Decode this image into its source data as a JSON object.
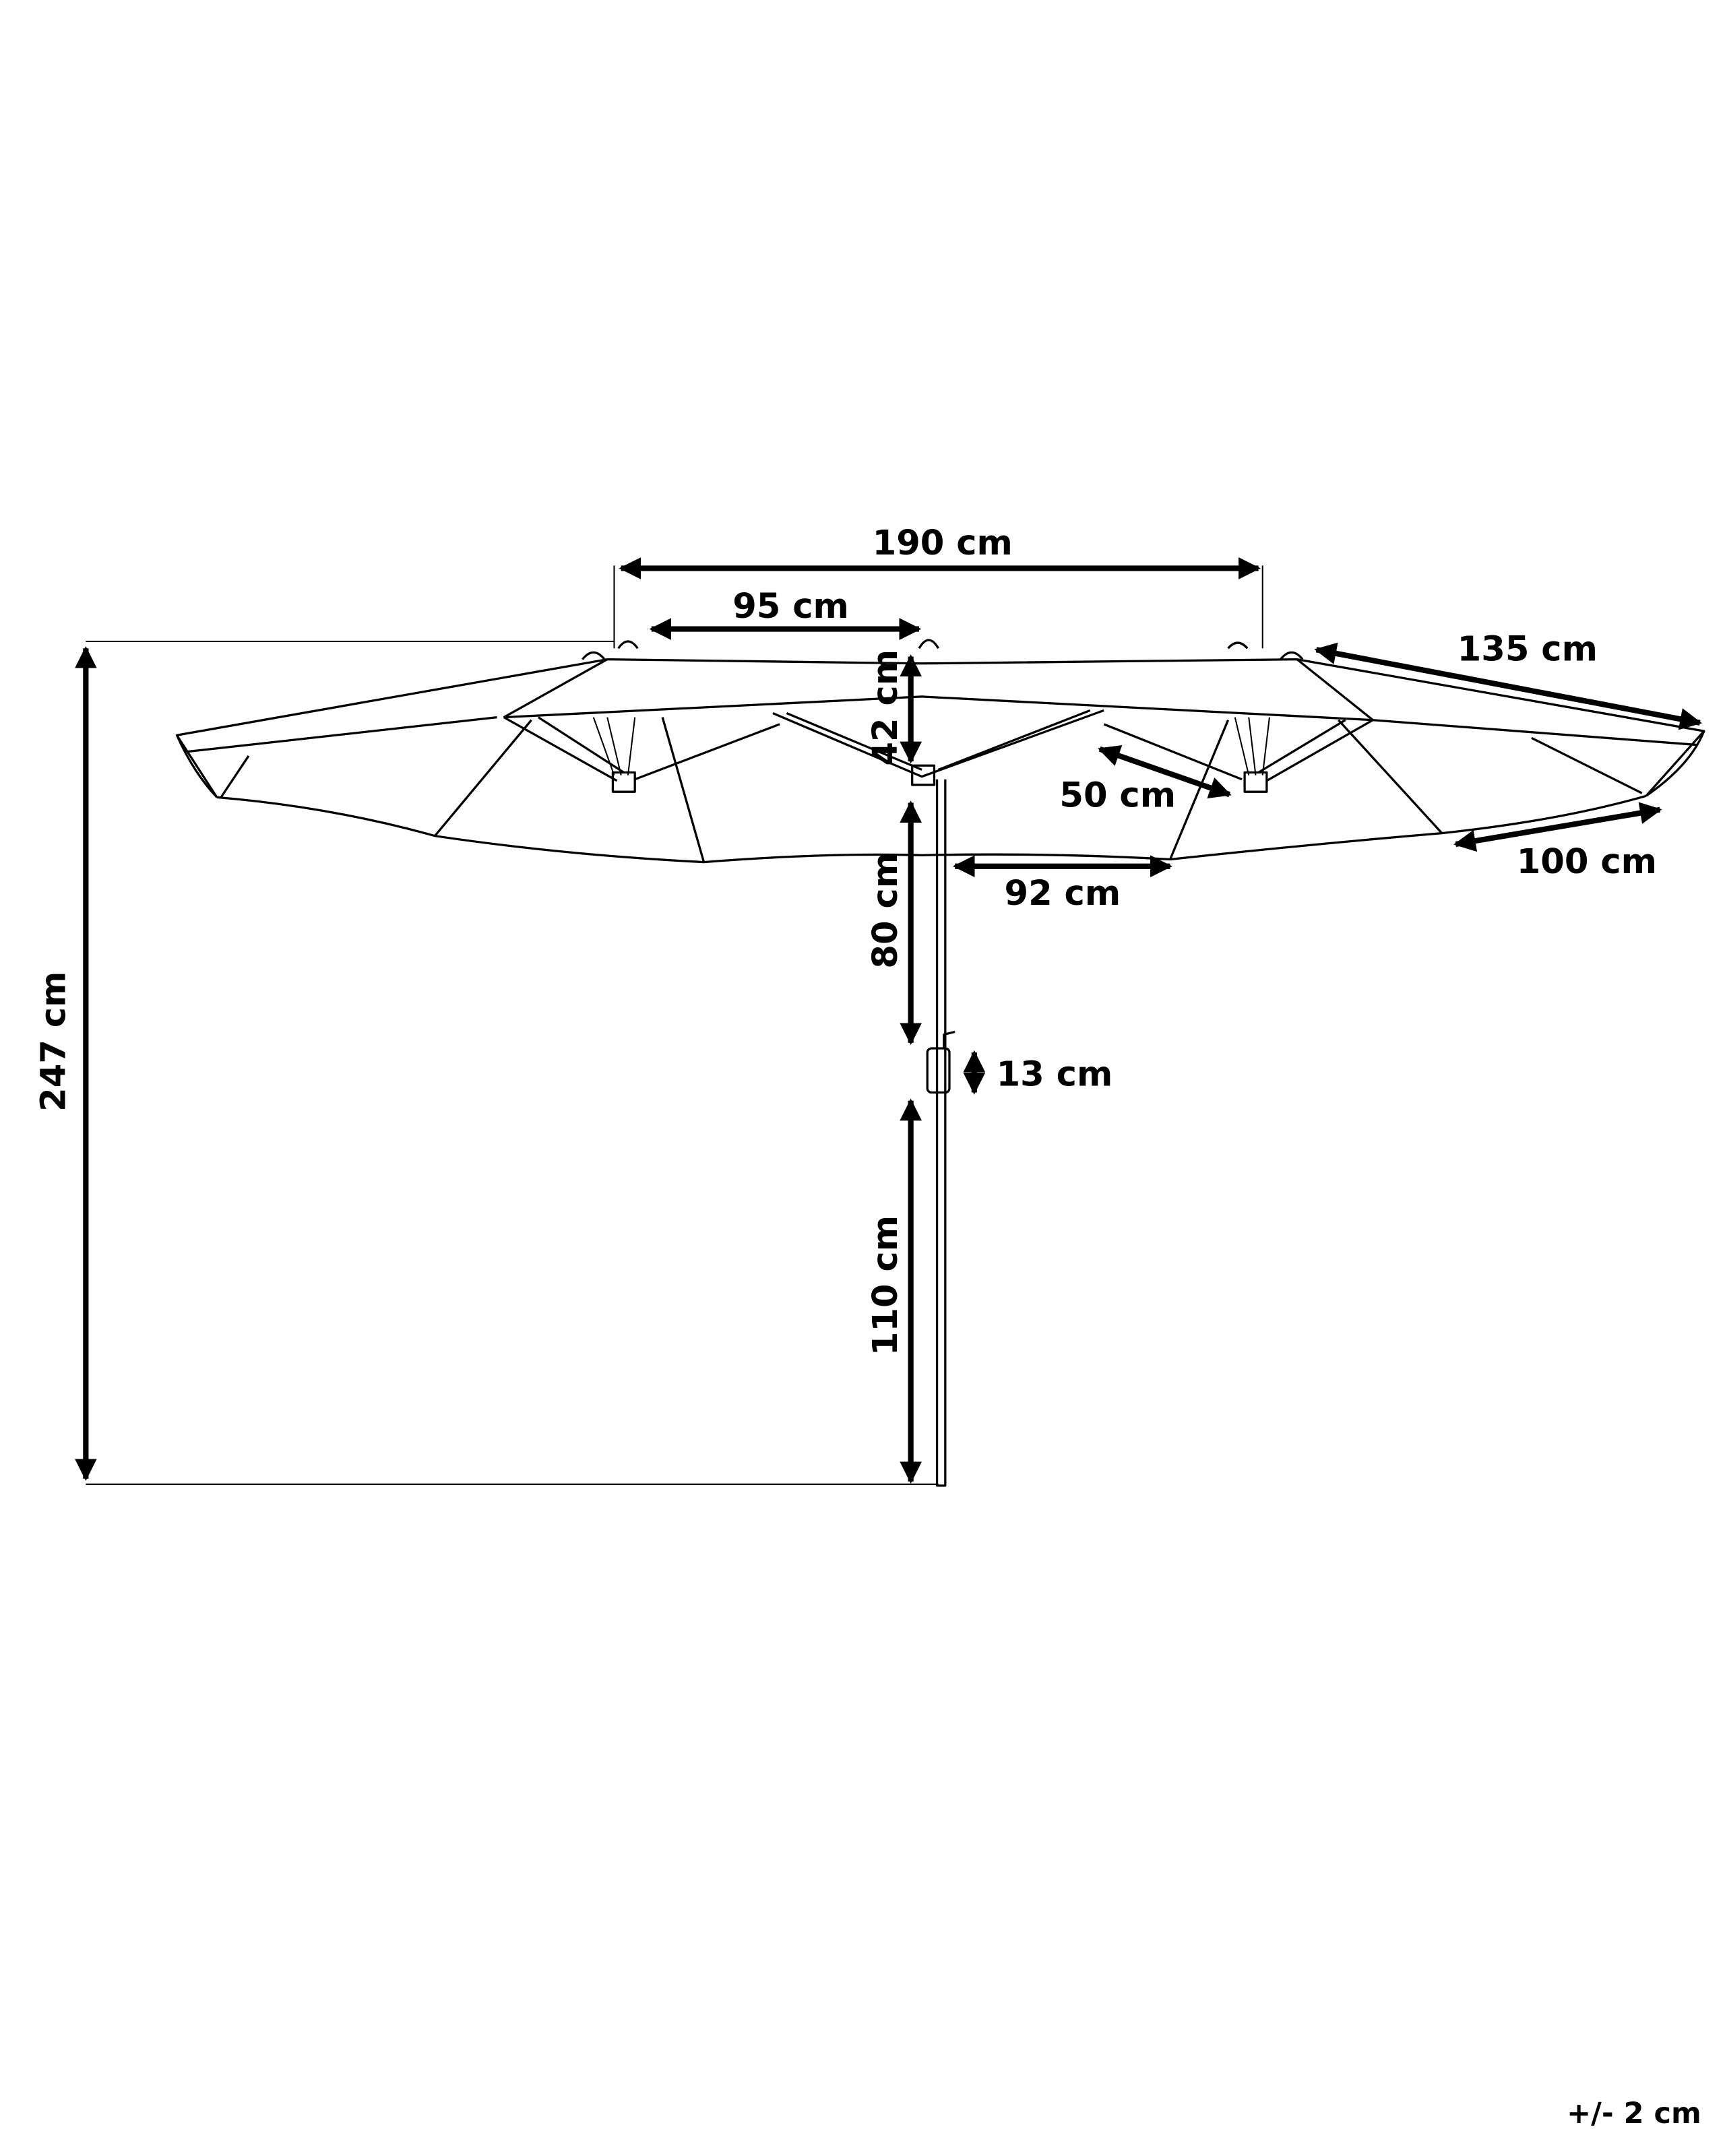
{
  "diagram": {
    "colors": {
      "line": "#000000",
      "background": "#ffffff"
    },
    "dimensions": {
      "total_height": "247 cm",
      "span_between_canopies": "190 cm",
      "half_span": "95 cm",
      "canopy_height": "42 cm",
      "pole_upper": "80 cm",
      "crank": "13 cm",
      "pole_lower": "110 cm",
      "canopy_top_rib": "135 cm",
      "strut": "50 cm",
      "canopy_edge": "100 cm",
      "inner_edge": "92 cm"
    },
    "tolerance": "+/- 2 cm"
  }
}
